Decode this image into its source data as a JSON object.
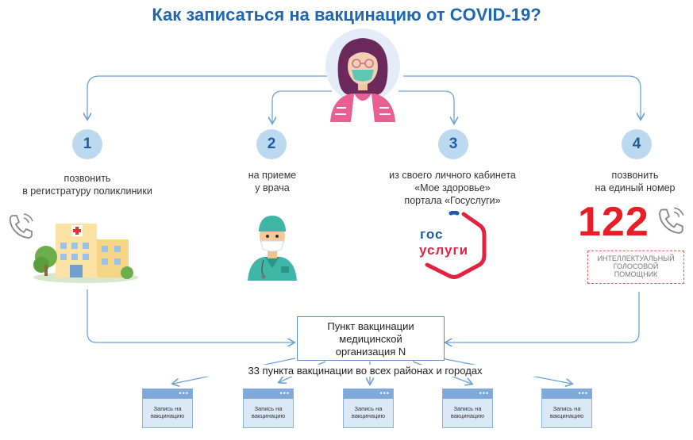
{
  "title": "Как записаться на вакцинацию от COVID-19?",
  "steps": [
    {
      "number": "1",
      "line1": "позвонить",
      "line2": "в регистратуру поликлиники"
    },
    {
      "number": "2",
      "line1": "на приеме",
      "line2": "у врача"
    },
    {
      "number": "3",
      "line1": "из своего личного кабинета",
      "line2": "«Мое здоровье»",
      "line3": "портала «Госуслуги»"
    },
    {
      "number": "4",
      "line1": "позвонить",
      "line2": "на единый номер"
    }
  ],
  "gosuslugi_logo": {
    "line1": "гос",
    "line2": "услуги"
  },
  "phone_number": "122",
  "assistant": {
    "line1": "ИНТЕЛЛЕКТУАЛЬНЫЙ",
    "line2": "ГОЛОСОВОЙ",
    "line3": "ПОМОЩНИК"
  },
  "center_box": {
    "line1": "Пункт вакцинации",
    "line2": "медицинской",
    "line3": "организация N"
  },
  "caption": "33 пункта вакцинации во всех районах и городах",
  "windows": [
    {
      "line1": "Запись на",
      "line2": "вакцинацию"
    },
    {
      "line1": "Запись на",
      "line2": "вакцинацию"
    },
    {
      "line1": "Запись на",
      "line2": "вакцинацию"
    },
    {
      "line1": "Запись на",
      "line2": "вакцинацию"
    },
    {
      "line1": "Запись на",
      "line2": "вакцинацию"
    }
  ],
  "colors": {
    "title": "#1f67b1",
    "lines": "#6fa3d6",
    "circle": "#bcd9f0",
    "phone_red": "#e61e25"
  }
}
